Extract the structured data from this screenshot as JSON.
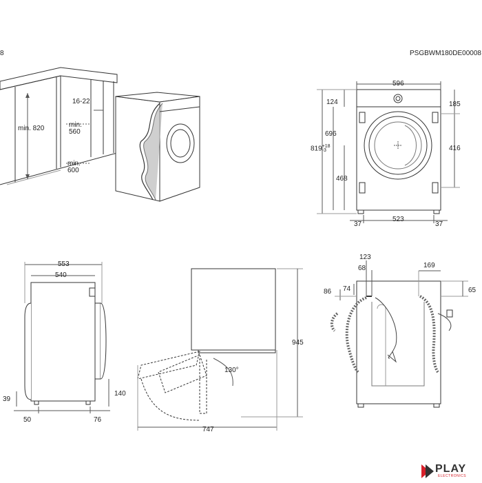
{
  "header": {
    "left_fragment": "8",
    "document_code": "PSGBWM180DE00008"
  },
  "niche_view": {
    "height": "min. 820",
    "gap_top": "16-22",
    "depth_min_label": "min.",
    "depth_min_value": "560",
    "width_min_label": "min.",
    "width_min_value": "600"
  },
  "front_view": {
    "width": "596",
    "top_offset": "124",
    "total_height": "819",
    "total_height_tol_upper": "+18",
    "total_height_tol_lower": "-3",
    "body_height": "696",
    "door_center_height": "468",
    "top_right": "185",
    "right_height": "416",
    "foot_left": "37",
    "foot_span": "523",
    "foot_right": "37"
  },
  "side_view": {
    "outer_depth": "553",
    "body_depth": "540",
    "bottom_left": "39",
    "bottom_right_height": "140",
    "foot_left": "50",
    "foot_right": "76"
  },
  "door_view": {
    "height": "945",
    "angle": "130°",
    "depth_open": "747"
  },
  "rear_view": {
    "inlet_offset": "123",
    "inner_offset": "68",
    "left_height": "86",
    "left_inner_height": "74",
    "right_width": "169",
    "right_height": "65"
  },
  "logo": {
    "text": "PLAY",
    "subtext": "ELECTRONICS",
    "accent": "#d6202a"
  }
}
